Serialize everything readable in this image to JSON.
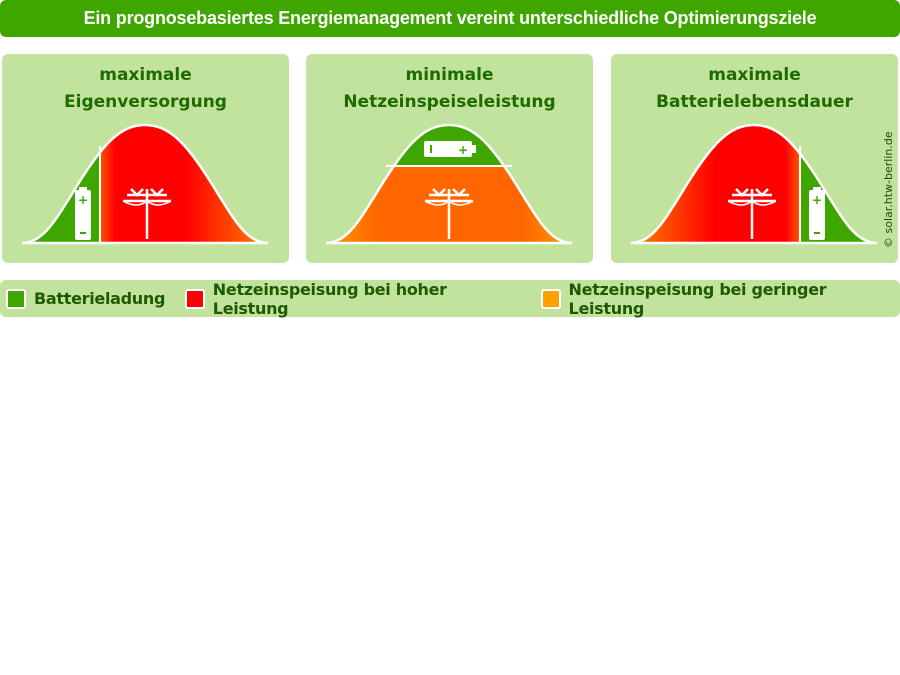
{
  "title": "Ein prognosebasiertes Energiemanagement vereint unterschiedliche Optimierungsziele",
  "panels": [
    {
      "line1": "maximale",
      "line2": "Eigenversorgung"
    },
    {
      "line1": "minimale",
      "line2": "Netzeinspeiseleistung"
    },
    {
      "line1": "maximale",
      "line2": "Batterielebensdauer"
    }
  ],
  "copyright": "© solar.htw-berlin.de",
  "legend": [
    {
      "label": "Batterieladung",
      "color": "#3fa600"
    },
    {
      "label": "Netzeinspeisung bei hoher Leistung",
      "color": "#ff0000"
    },
    {
      "label": "Netzeinspeisung bei geringer Leistung",
      "color": "#ffa000"
    }
  ]
}
